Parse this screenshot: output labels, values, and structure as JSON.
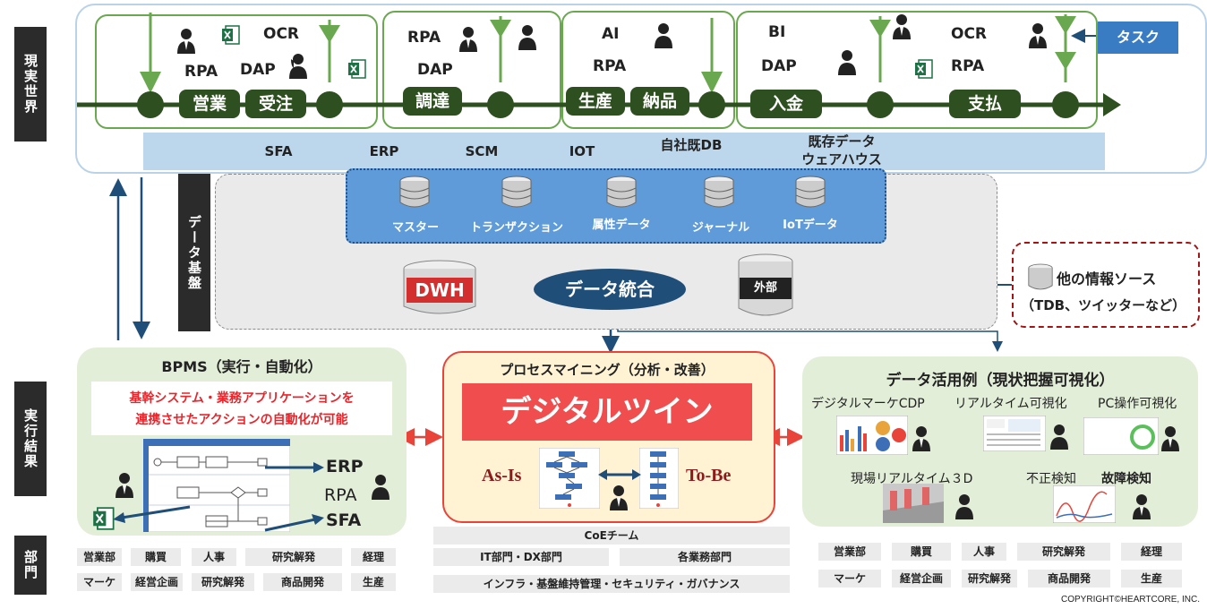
{
  "left_labels": {
    "real_world": "現実世界",
    "data_platform": "データ基盤",
    "execution_results": "実行結果",
    "department": "部門"
  },
  "task_label": "タスク",
  "process_groups": [
    {
      "texts": [
        "RPA",
        "DAP",
        "OCR"
      ],
      "stages": [
        "営業",
        "受注"
      ]
    },
    {
      "texts": [
        "RPA",
        "DAP"
      ],
      "stages": [
        "調達"
      ]
    },
    {
      "texts": [
        "AI",
        "RPA"
      ],
      "stages": [
        "生産",
        "納品"
      ]
    },
    {
      "texts": [
        "BI",
        "DAP",
        "OCR",
        "RPA"
      ],
      "stages": [
        "入金",
        "支払"
      ]
    }
  ],
  "systems": [
    "SFA",
    "ERP",
    "SCM",
    "IOT",
    "自社既DB",
    "既存データ",
    "ウェアハウス"
  ],
  "data_types": [
    "マスター",
    "トランザクション",
    "属性データ",
    "ジャーナル",
    "IoTデータ"
  ],
  "dwh": "DWH",
  "integration": "データ統合",
  "external": "外部",
  "other_sources": {
    "title": "他の情報ソース",
    "sub": "（TDB、ツイッターなど）"
  },
  "bpms": {
    "title": "BPMS（実行・自動化）",
    "desc_line1": "基幹システム・業務アプリケーションを",
    "desc_line2": "連携させたアクションの自動化が可能",
    "targets": [
      "ERP",
      "RPA",
      "SFA"
    ]
  },
  "process_mining": {
    "title": "プロセスマイニング（分析・改善）",
    "banner": "デジタルツイン",
    "as_is": "As-Is",
    "to_be": "To-Be"
  },
  "data_use": {
    "title": "データ活用例（現状把握可視化）",
    "items": [
      "デジタルマーケCDP",
      "リアルタイム可視化",
      "PC操作可視化",
      "現場リアルタイム３D",
      "不正検知",
      "故障検知"
    ]
  },
  "left_departments": [
    [
      "営業部",
      "購買",
      "人事",
      "研究解発",
      "経理"
    ],
    [
      "マーケ",
      "経営企画",
      "研究解発",
      "商品開発",
      "生産"
    ]
  ],
  "center_departments": {
    "coe": "CoEチーム",
    "row2": [
      "IT部門・DX部門",
      "各業務部門"
    ],
    "row3": "インフラ・基盤維持管理・セキュリティ・ガバナンス"
  },
  "right_departments": [
    [
      "営業部",
      "購買",
      "人事",
      "研究解発",
      "経理"
    ],
    [
      "マーケ",
      "経営企画",
      "研究解発",
      "商品開発",
      "生産"
    ]
  ],
  "copyright": "COPYRIGHT©HEARTCORE, INC.",
  "colors": {
    "flow_green": "#6aa84f",
    "dark_green": "#2e4f1f",
    "navy": "#1f4e79",
    "red": "#e8443a",
    "blue": "#5e9bd8"
  }
}
